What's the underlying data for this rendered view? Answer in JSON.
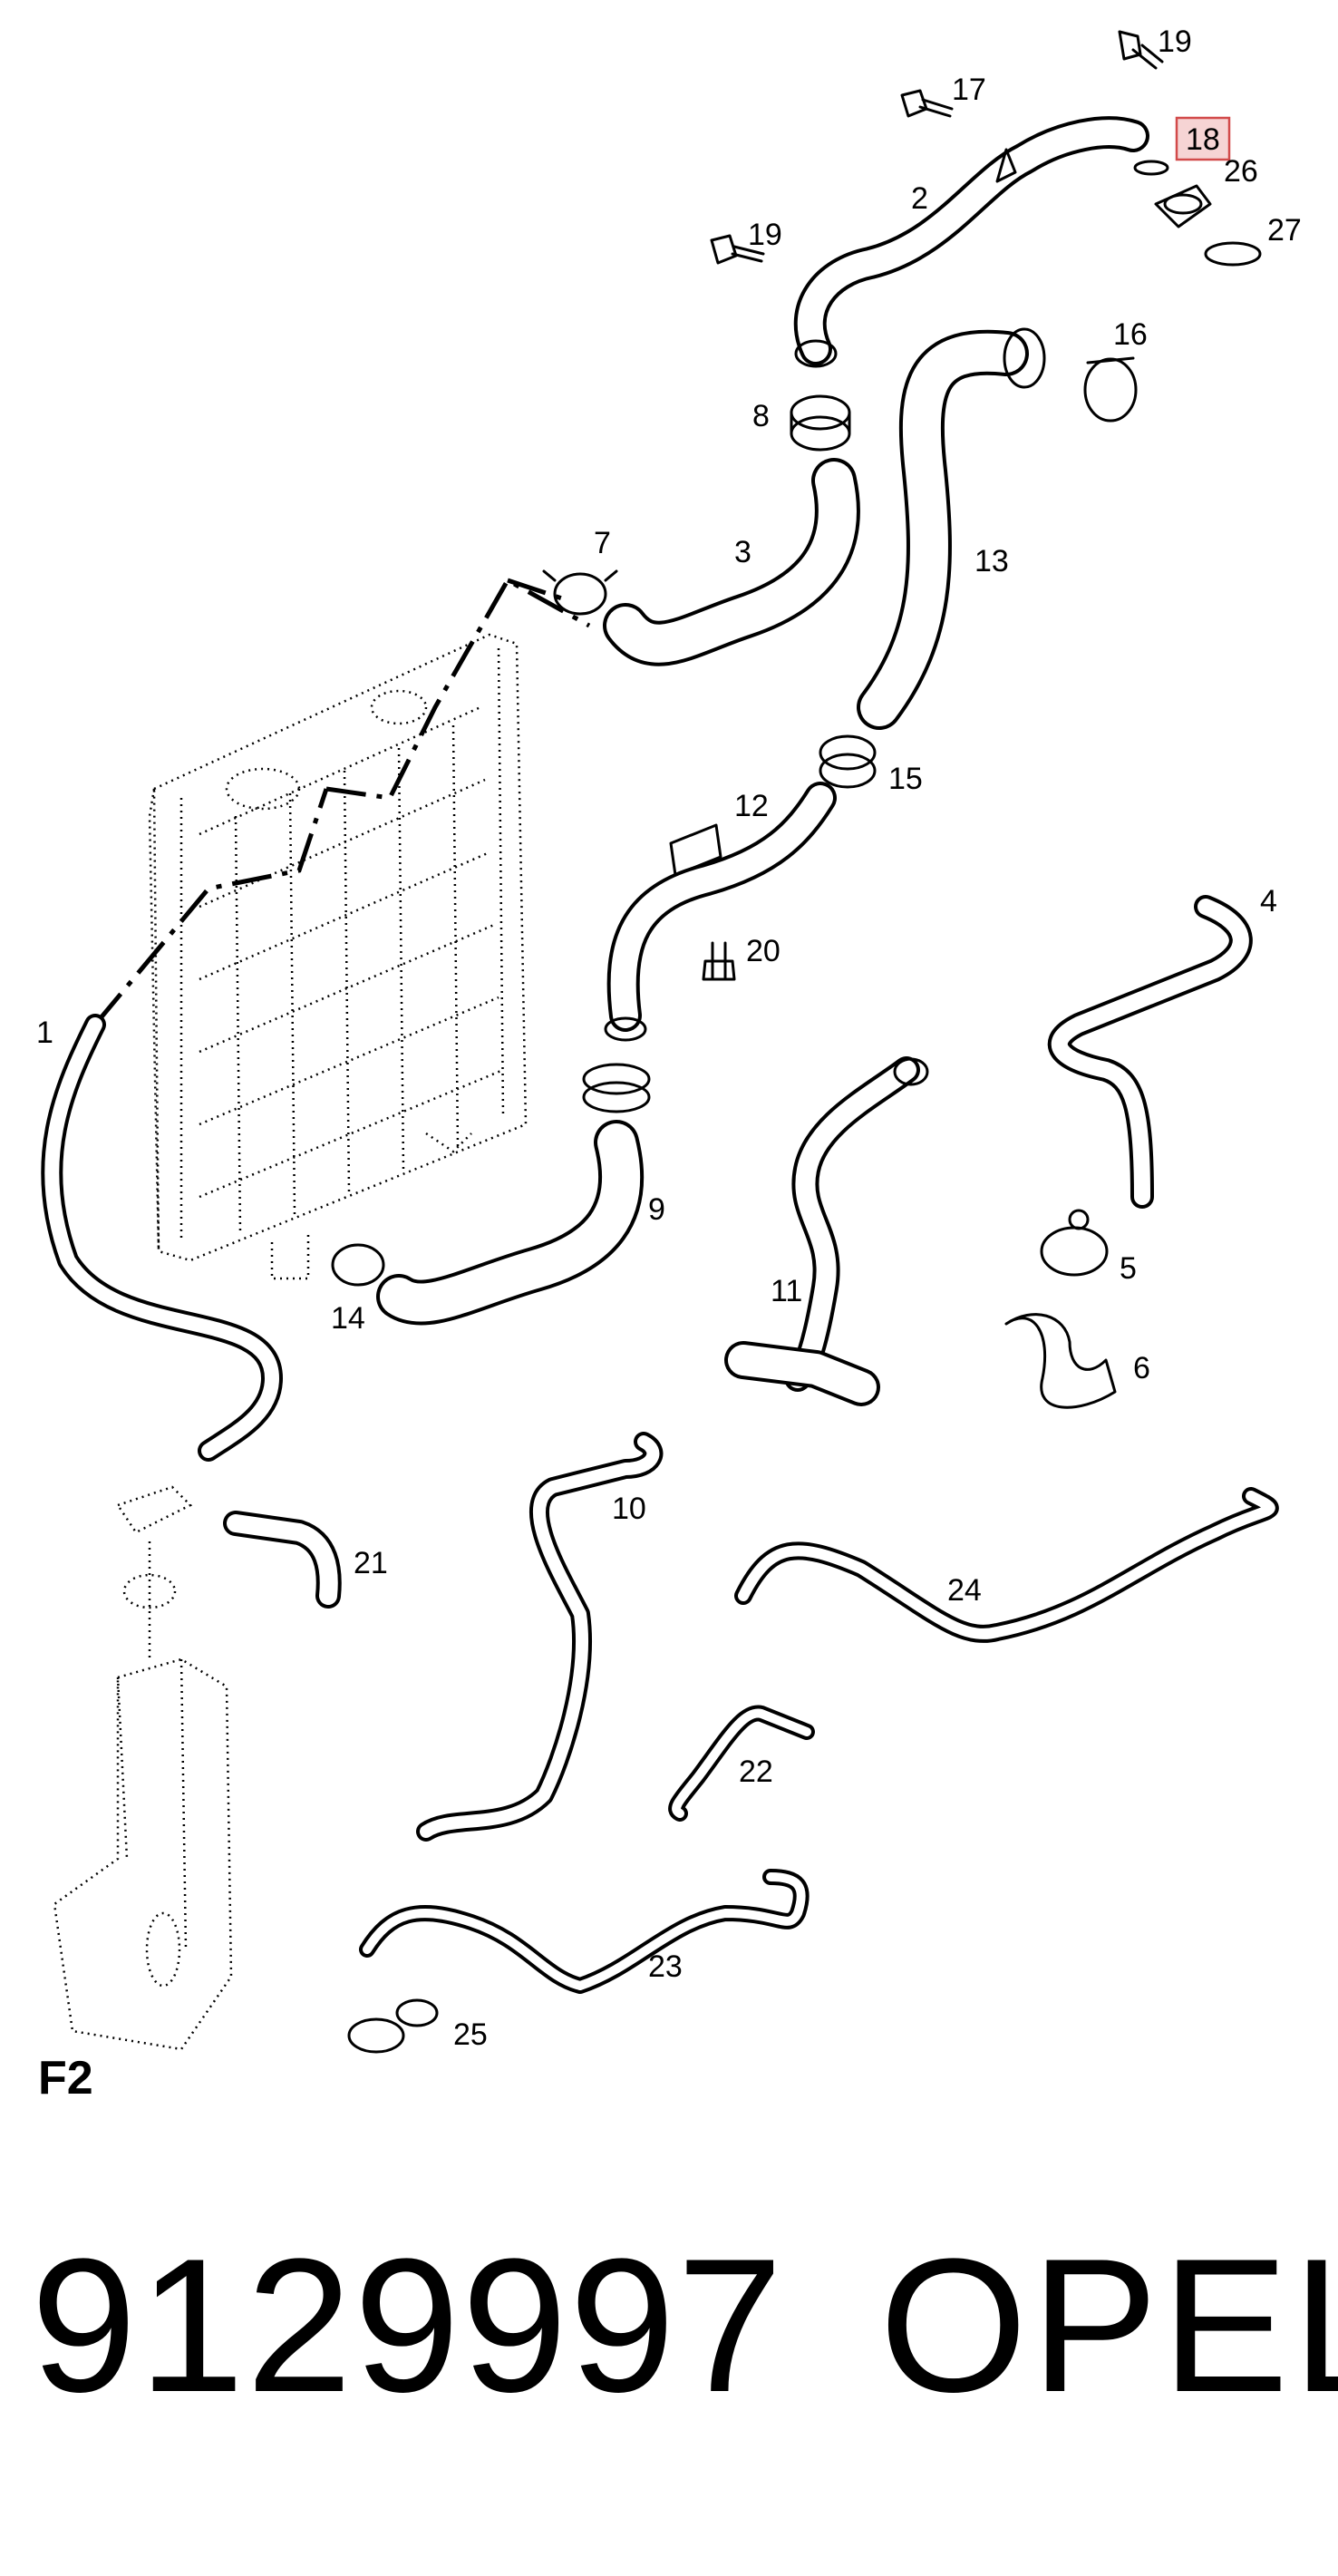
{
  "diagram": {
    "figure_code": "F2",
    "part_number": "9129997",
    "brand": "OPEL",
    "highlight_color": "#d24a4a",
    "labels": [
      "1",
      "2",
      "3",
      "4",
      "5",
      "6",
      "7",
      "8",
      "9",
      "10",
      "11",
      "12",
      "13",
      "14",
      "15",
      "16",
      "17",
      "18",
      "19",
      "19",
      "20",
      "21",
      "22",
      "23",
      "24",
      "25",
      "26",
      "27"
    ],
    "highlighted_label": "18"
  }
}
